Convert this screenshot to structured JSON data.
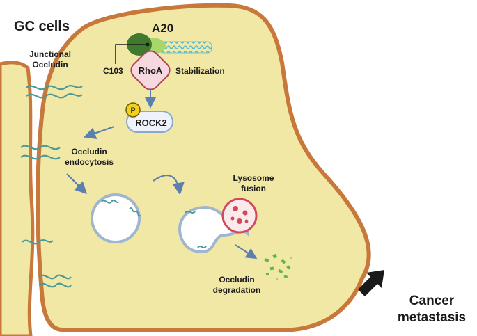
{
  "labels": {
    "gc_cells": "GC cells",
    "junctional_occludin_line1": "Junctional",
    "junctional_occludin_line2": "Occludin",
    "a20": "A20",
    "c103": "C103",
    "rhoa": "RhoA",
    "stabilization": "Stabilization",
    "phospho": "P",
    "rock2": "ROCK2",
    "occludin_endocytosis_line1": "Occludin",
    "occludin_endocytosis_line2": "endocytosis",
    "lysosome_fusion_line1": "Lysosome",
    "lysosome_fusion_line2": "fusion",
    "occludin_degradation_line1": "Occludin",
    "occludin_degradation_line2": "degradation",
    "cancer_metastasis_line1": "Cancer",
    "cancer_metastasis_line2": "metastasis"
  },
  "colors": {
    "cell_fill": "#f2e8a6",
    "cell_membrane": "#c8783a",
    "arrow": "#5b80b0",
    "occludin": "#4a9a9a",
    "a20_protein": "#4f8a3c",
    "rhoa_fill": "#f6d8e0",
    "rhoa_border": "#b0405a",
    "phospho_fill": "#f2d020",
    "lysosome_border": "#d04a5a",
    "degradation_fragments": "#5cb84a",
    "metastasis_arrow": "#1a1a1a"
  }
}
